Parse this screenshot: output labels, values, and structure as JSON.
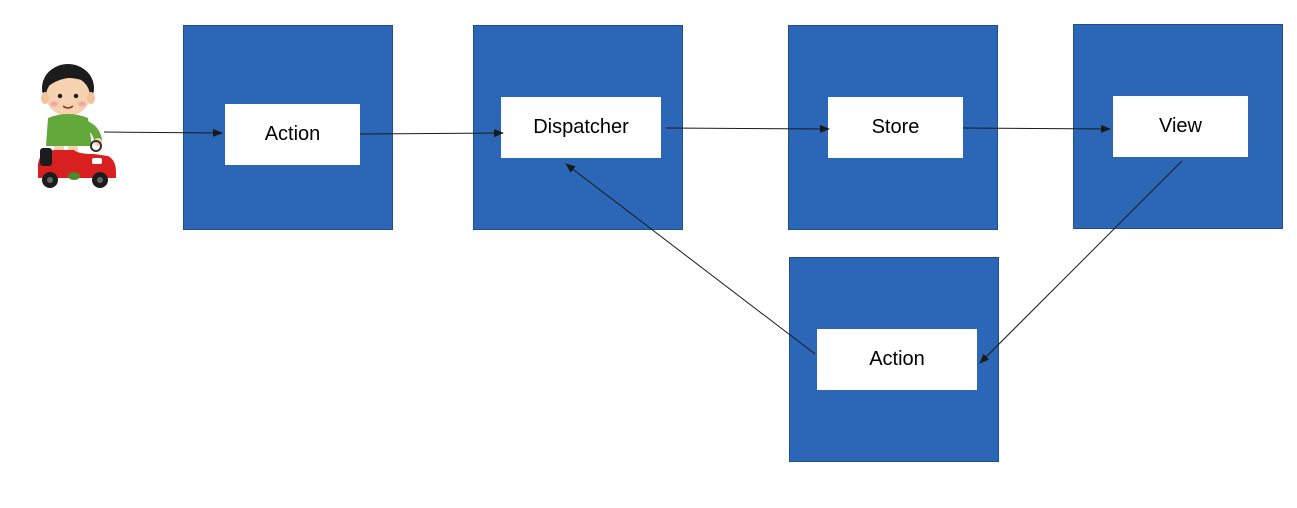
{
  "diagram": {
    "type": "flow",
    "block_color": "#2b67b6",
    "edge_color": "#1a1a1a",
    "nodes": [
      {
        "id": "action_top",
        "label": "Action"
      },
      {
        "id": "dispatcher",
        "label": "Dispatcher"
      },
      {
        "id": "store",
        "label": "Store"
      },
      {
        "id": "view",
        "label": "View"
      },
      {
        "id": "action_bottom",
        "label": "Action"
      }
    ],
    "edges": [
      {
        "from": "user",
        "to": "action_top"
      },
      {
        "from": "action_top",
        "to": "dispatcher"
      },
      {
        "from": "dispatcher",
        "to": "store"
      },
      {
        "from": "store",
        "to": "view"
      },
      {
        "from": "view",
        "to": "action_bottom"
      },
      {
        "from": "action_bottom",
        "to": "dispatcher"
      }
    ],
    "actor": {
      "icon": "child-in-toy-car-icon"
    }
  }
}
